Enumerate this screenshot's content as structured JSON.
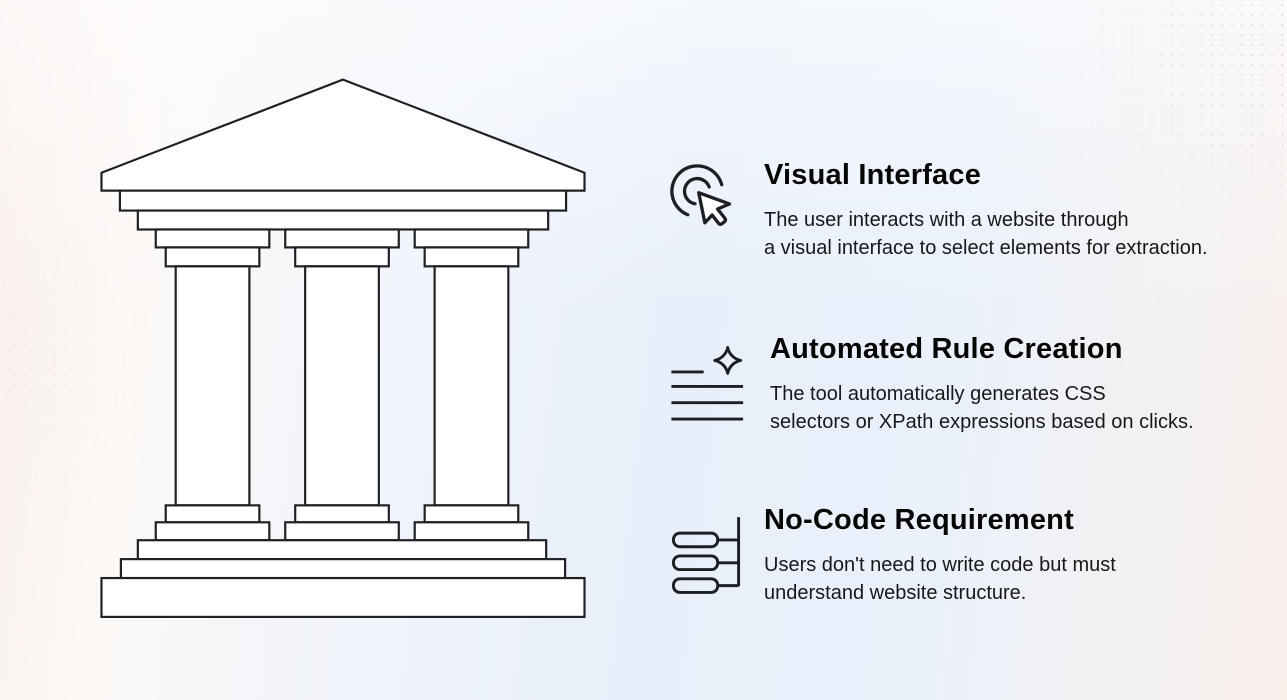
{
  "illustration": {
    "name": "greek-temple-line-art",
    "columns_count": 3,
    "stroke_color": "#1f2125",
    "fill_color": "#ffffff"
  },
  "background": {
    "left_tint": "#f9efec",
    "center_tint": "#e8effa",
    "right_tint": "#f9f0ec",
    "texture": "dot-pattern-top-right"
  },
  "features": [
    {
      "icon": "cursor-click-icon",
      "title": "Visual Interface",
      "body_line1": "The user interacts with a website through",
      "body_line2": "a visual interface to select elements for extraction."
    },
    {
      "icon": "sparkle-lines-icon",
      "title": "Automated Rule Creation",
      "body_line1": "The tool automatically generates CSS",
      "body_line2": "selectors or XPath expressions based on clicks."
    },
    {
      "icon": "tree-structure-icon",
      "title": "No-Code Requirement",
      "body_line1": "Users don't need to write code but must",
      "body_line2": "understand website structure."
    }
  ]
}
